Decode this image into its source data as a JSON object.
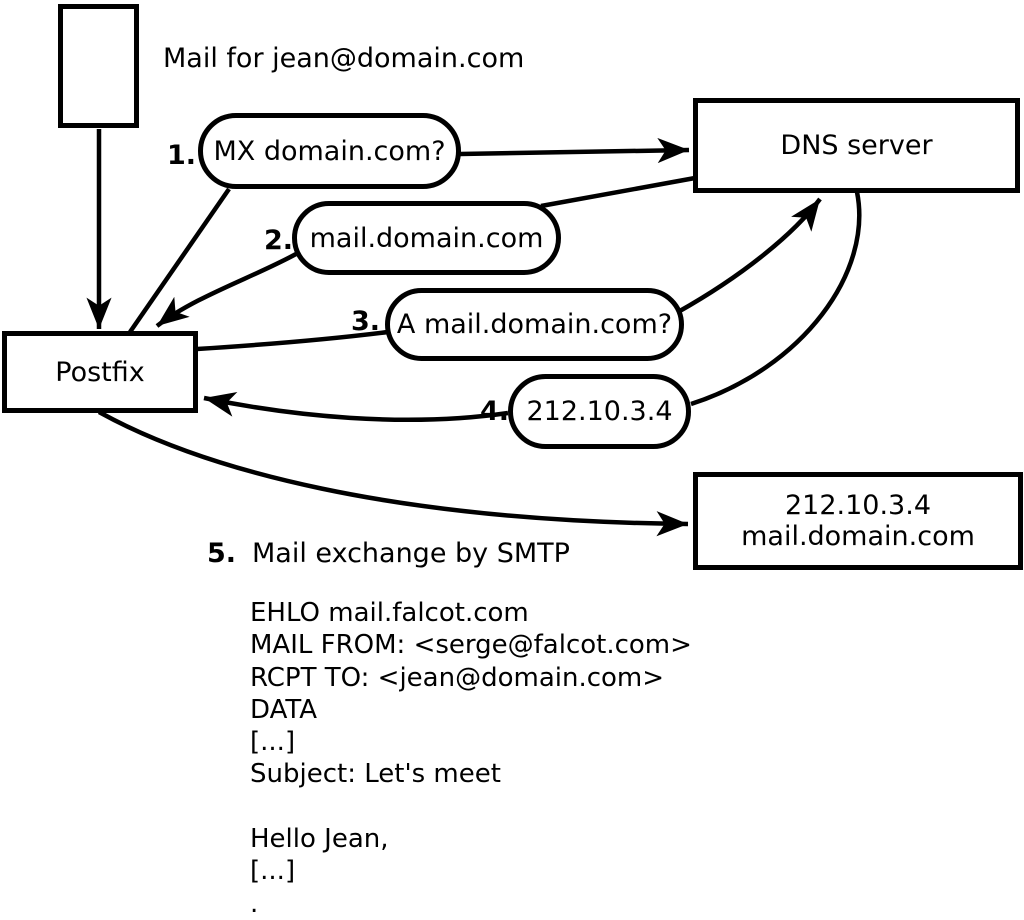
{
  "diagram": {
    "top_label": "Mail for jean@domain.com",
    "nodes": {
      "postfix_label": "Postfix",
      "dns_label": "DNS server",
      "mail_server_line1": "212.10.3.4",
      "mail_server_line2": "mail.domain.com"
    },
    "steps": [
      {
        "num": "1.",
        "label": "MX domain.com?"
      },
      {
        "num": "2.",
        "label": "mail.domain.com"
      },
      {
        "num": "3.",
        "label": "A mail.domain.com?"
      },
      {
        "num": "4.",
        "label": "212.10.3.4"
      },
      {
        "num": "5.",
        "label": "Mail exchange by SMTP"
      }
    ],
    "smtp_session": [
      "EHLO mail.falcot.com",
      "MAIL FROM: <serge@falcot.com>",
      "RCPT TO: <jean@domain.com>",
      "DATA",
      "[...]",
      "Subject: Let's meet",
      "",
      "Hello Jean,",
      "[...]",
      "."
    ],
    "colors": {
      "stroke": "#000000",
      "fill": "#ffffff"
    }
  }
}
